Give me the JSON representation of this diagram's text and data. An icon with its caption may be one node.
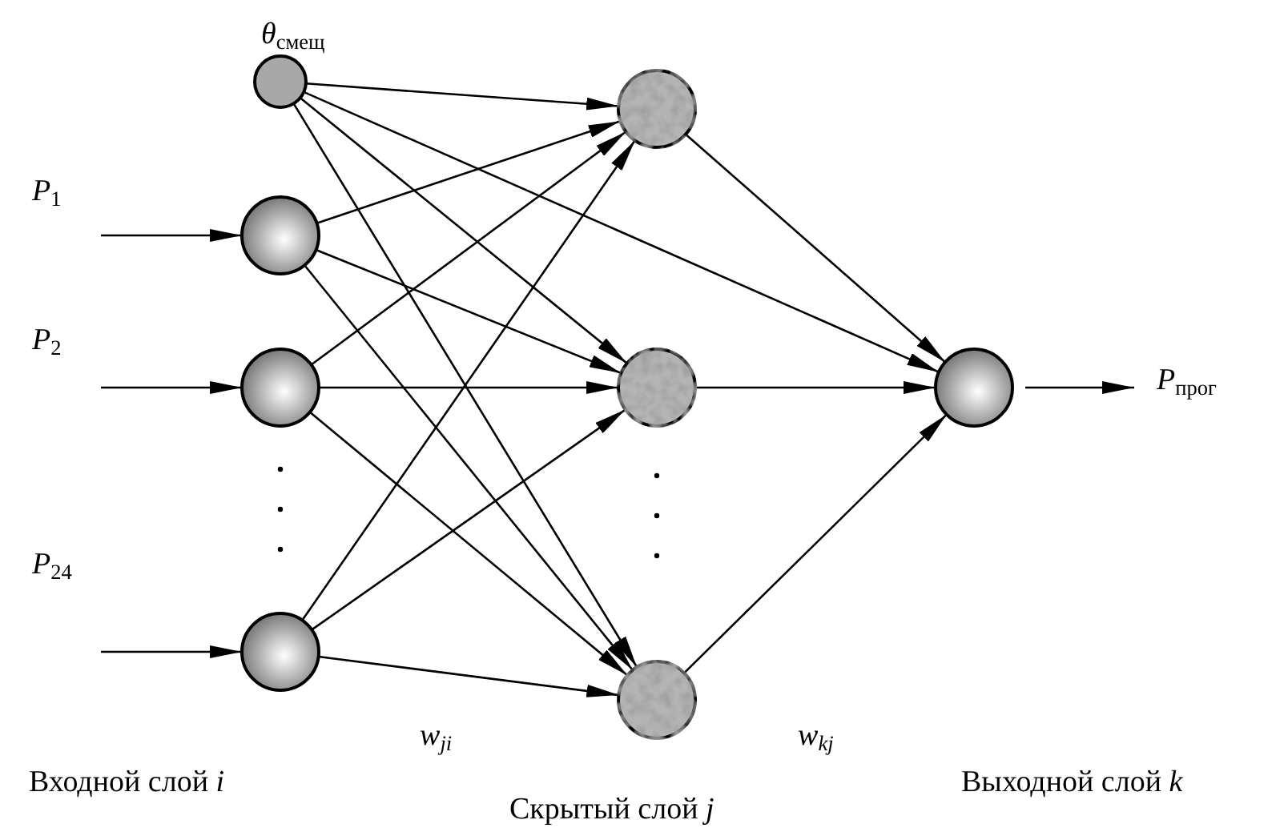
{
  "diagram": {
    "nodes": [
      {
        "text": [],
        "shape": "circle"
      },
      {
        "text": [],
        "shape": "circle"
      },
      {
        "text": [],
        "shape": "circle"
      },
      {
        "text": [],
        "shape": "circle"
      },
      {
        "text": [],
        "shape": "circle"
      },
      {
        "text": [],
        "shape": "circle"
      },
      {
        "text": [],
        "shape": "circle"
      },
      {
        "text": [],
        "shape": "circle"
      },
      {
        "text": [
          "*P*$_{прог}$"
        ]
      }
    ],
    "edges": [
      {
        "from": null,
        "to": 1,
        "arrow": "to"
      },
      {
        "from": null,
        "to": 2,
        "arrow": "to"
      },
      {
        "from": null,
        "to": 3,
        "arrow": "to"
      },
      {
        "from": 0,
        "to": 4,
        "arrow": "to"
      },
      {
        "from": 0,
        "to": 5,
        "arrow": "to"
      },
      {
        "from": 0,
        "to": 6,
        "arrow": "to"
      },
      {
        "from": 0,
        "to": 7,
        "arrow": "to"
      },
      {
        "from": 1,
        "to": 4,
        "arrow": "to"
      },
      {
        "from": 1,
        "to": 5,
        "arrow": "to"
      },
      {
        "from": 1,
        "to": 6,
        "arrow": "to"
      },
      {
        "from": 2,
        "to": 4,
        "arrow": "to"
      },
      {
        "from": 2,
        "to": 5,
        "arrow": "to"
      },
      {
        "from": 2,
        "to": 6,
        "arrow": "to"
      },
      {
        "from": 3,
        "to": 4,
        "arrow": "to"
      },
      {
        "from": 3,
        "to": 5,
        "arrow": "to"
      },
      {
        "from": 3,
        "to": 6,
        "arrow": "to"
      },
      {
        "from": 4,
        "to": 7,
        "arrow": "to"
      },
      {
        "from": 5,
        "to": 7,
        "arrow": "to"
      },
      {
        "from": 6,
        "to": 7,
        "arrow": "to"
      },
      {
        "from": 7,
        "to": 8,
        "arrow": "to"
      }
    ],
    "labels": [
      "*θ*$_{смещ}$",
      "*P*$_{1}$",
      "*P*$_{2}$",
      "*P*$_{24}$",
      "w$_{ji}$",
      "w$_{kj}$",
      "Входной слой *i*",
      "Скрытый слой *j*",
      "Выходной слой *k*"
    ]
  }
}
